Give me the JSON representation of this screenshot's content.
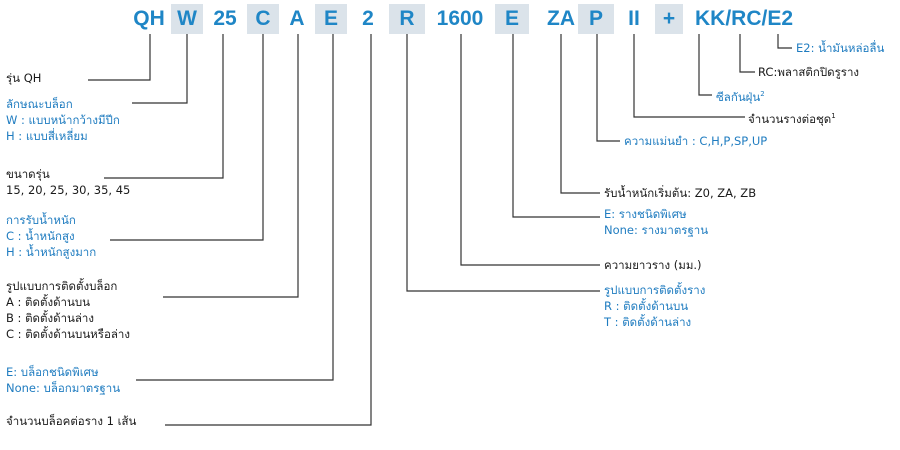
{
  "code_segments": [
    "QH",
    "W",
    "25",
    "C",
    "A",
    "E",
    "2",
    "R",
    "1600",
    "E",
    "ZA",
    "P",
    "II",
    "+",
    "KK/RC/E2"
  ],
  "labels": {
    "model": {
      "title": "รุ่น QH"
    },
    "block_type": {
      "title": "ลักษณะบล็อก",
      "lines": [
        "W : แบบหน้ากว้างมีปีก",
        "H : แบบสี่เหลี่ยม"
      ]
    },
    "size": {
      "title": "ขนาดรุ่น",
      "values": "15, 20, 25, 30, 35, 45"
    },
    "load": {
      "title": "การรับน้ำหนัก",
      "lines": [
        "C : น้ำหนักสูง",
        "H : น้ำหนักสูงมาก"
      ]
    },
    "block_mounting": {
      "title": "รูปแบบการติดตั้งบล็อก",
      "lines": [
        "A : ติดตั้งด้านบน",
        "B : ติดตั้งด้านล่าง",
        "C : ติดตั้งด้านบนหรือล่าง"
      ]
    },
    "block_special": {
      "lines": [
        "E: บล็อกชนิดพิเศษ",
        "None: บล็อกมาตรฐาน"
      ]
    },
    "blocks_per_rail": {
      "title": "จำนวนบล็อคต่อราง 1 เส้น"
    },
    "rail_mounting": {
      "title": "รูปแบบการติดตั้งราง",
      "lines": [
        "R : ติดตั้งด้านบน",
        "T : ติดตั้งด้านล่าง"
      ]
    },
    "rail_length": {
      "title": "ความยาวราง (มม.)"
    },
    "rail_special": {
      "lines": [
        "E: รางชนิดพิเศษ",
        "None: รางมาตรฐาน"
      ]
    },
    "preload": {
      "title": "รับน้ำหนักเริ่มต้น: Z0, ZA, ZB"
    },
    "accuracy": {
      "title": "ความแม่นยำ : C,H,P,SP,UP"
    },
    "rails_per_set": {
      "title": "จำนวนรางต่อชุด",
      "sup": "1"
    },
    "dust": {
      "title": "ซีลกันฝุ่น",
      "sup": "2"
    },
    "rc": {
      "title": "RC:พลาสติกปิดรูราง"
    },
    "e2": {
      "title": "E2: น้ำมันหล่อลื่น"
    }
  }
}
